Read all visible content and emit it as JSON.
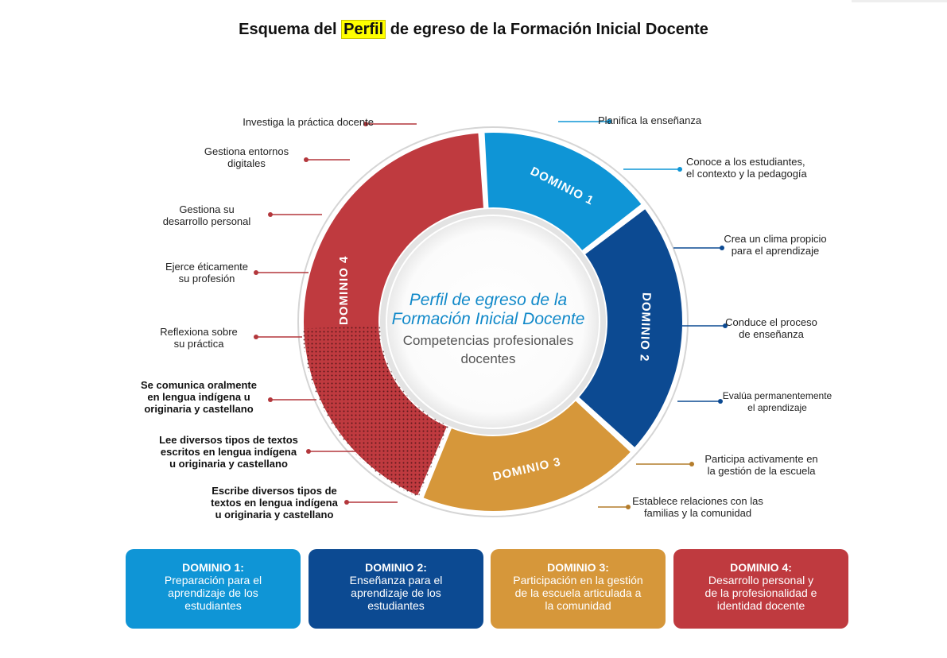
{
  "title": {
    "before": "Esquema del ",
    "highlight": "Perfil",
    "after": " de egreso de la Formación Inicial Docente"
  },
  "center": {
    "line1": "Perfil de egreso de la",
    "line2": "Formación Inicial Docente",
    "line3": "Competencias profesionales",
    "line4": "docentes"
  },
  "domains": [
    {
      "ring_label": "DOMINIO 1",
      "color": "#0f95d6",
      "box_title": "DOMINIO 1:",
      "box_text": [
        "Preparación para el",
        "aprendizaje de los",
        "estudiantes"
      ]
    },
    {
      "ring_label": "DOMINIO 2",
      "color": "#0c4a92",
      "box_title": "DOMINIO 2:",
      "box_text": [
        "Enseñanza para el",
        "aprendizaje de los",
        "estudiantes"
      ]
    },
    {
      "ring_label": "DOMINIO 3",
      "color": "#d6973a",
      "box_title": "DOMINIO 3:",
      "box_text": [
        "Participación en la gestión",
        "de la escuela articulada a",
        "la comunidad"
      ]
    },
    {
      "ring_label": "DOMINIO 4",
      "color": "#bf3a3f",
      "box_title": "DOMINIO 4:",
      "box_text": [
        "Desarrollo personal y",
        "de la profesionalidad e",
        "identidad docente"
      ]
    }
  ],
  "competencies_right": [
    {
      "text": "Planifica la enseñanza",
      "color": "#0f95d6"
    },
    {
      "text": "Conoce a los estudiantes,\nel contexto y la pedagogía",
      "color": "#0f95d6"
    },
    {
      "text": "Crea un clima propicio\npara el aprendizaje",
      "color": "#0c4a92"
    },
    {
      "text": "Conduce el proceso\nde enseñanza",
      "color": "#0c4a92"
    },
    {
      "text": "Evalúa permanentemente\nel aprendizaje",
      "color": "#0c4a92"
    },
    {
      "text": "Participa activamente en\nla gestión de la escuela",
      "color": "#b47d2c"
    },
    {
      "text": "Establece relaciones con las\nfamilias y la comunidad",
      "color": "#b47d2c"
    }
  ],
  "competencies_left": [
    {
      "text": "Investiga la práctica docente",
      "color": "#b3373c"
    },
    {
      "text": "Gestiona entornos\ndigitales",
      "color": "#b3373c"
    },
    {
      "text": "Gestiona su\ndesarrollo personal",
      "color": "#b3373c"
    },
    {
      "text": "Ejerce éticamente\nsu profesión",
      "color": "#b3373c"
    },
    {
      "text": "Reflexiona sobre\nsu práctica",
      "color": "#b3373c"
    },
    {
      "text": "Se comunica oralmente\nen lengua indígena u\noriginaria y castellano",
      "color": "#b3373c"
    },
    {
      "text": "Lee diversos tipos de textos\nescritos en lengua indígena\nu originaria y castellano",
      "color": "#b3373c"
    },
    {
      "text": "Escribe diversos tipos de\ntextos en lengua indígena\nu originaria y castellano",
      "color": "#b3373c"
    }
  ]
}
